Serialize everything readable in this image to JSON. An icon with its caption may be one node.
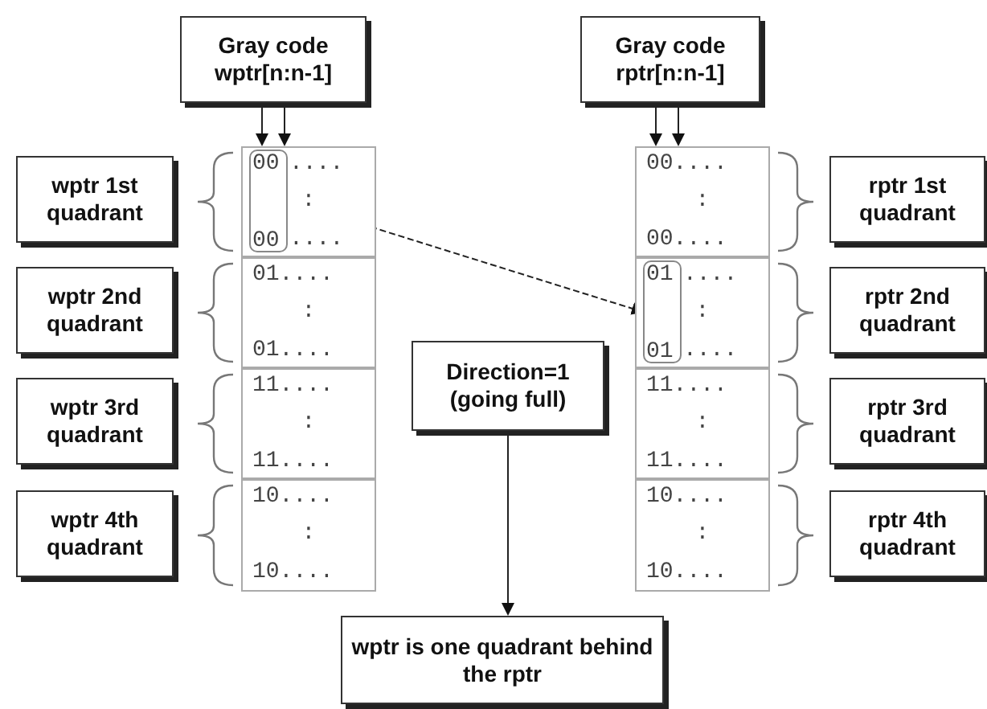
{
  "diagram": {
    "nodes": [
      {
        "text": [
          "Gray code wptr[n:n-1]"
        ]
      },
      {
        "text": [
          "Gray code rptr[n:n-1]"
        ]
      },
      {
        "text": [
          "wptr 1st quadrant"
        ]
      },
      {
        "text": [
          "wptr 2nd quadrant"
        ]
      },
      {
        "text": [
          "wptr 3rd quadrant"
        ]
      },
      {
        "text": [
          "wptr 4th quadrant"
        ]
      },
      {
        "text": [
          "....",
          ":",
          "...."
        ]
      },
      {
        "text": [
          "01....",
          ":",
          "01...."
        ]
      },
      {
        "text": [
          "11....",
          ":",
          "11...."
        ]
      },
      {
        "text": [
          "10....",
          ":",
          "10...."
        ]
      },
      {
        "text": [
          "00....",
          ":",
          "00...."
        ]
      },
      {
        "text": [
          "....",
          ":",
          "...."
        ]
      },
      {
        "text": [
          "11....",
          ":",
          "11...."
        ]
      },
      {
        "text": [
          "10....",
          ":",
          "10...."
        ]
      },
      {
        "text": [
          "rptr 1st quadrant"
        ]
      },
      {
        "text": [
          "rptr 2nd quadrant"
        ]
      },
      {
        "text": [
          "rptr 3rd quadrant"
        ]
      },
      {
        "text": [
          "rptr 4th quadrant"
        ]
      },
      {
        "text": [
          "Direction=1 (going full)"
        ]
      },
      {
        "text": [
          "wptr is one quadrant behind the rptr"
        ]
      },
      {
        "text": [
          "00",
          "00"
        ],
        "in": 6
      },
      {
        "text": [
          "01",
          "01"
        ],
        "in": 11
      }
    ],
    "edges": [
      {
        "from": 0,
        "to": 6,
        "arrow": "to"
      },
      {
        "from": 0,
        "to": 6,
        "arrow": "to"
      },
      {
        "from": 1,
        "to": 10,
        "arrow": "to"
      },
      {
        "from": 1,
        "to": 10,
        "arrow": "to"
      },
      {
        "from": 20,
        "to": 21,
        "arrow": "to",
        "style": "dashed"
      },
      {
        "from": 18,
        "to": 19,
        "arrow": "to"
      }
    ]
  }
}
